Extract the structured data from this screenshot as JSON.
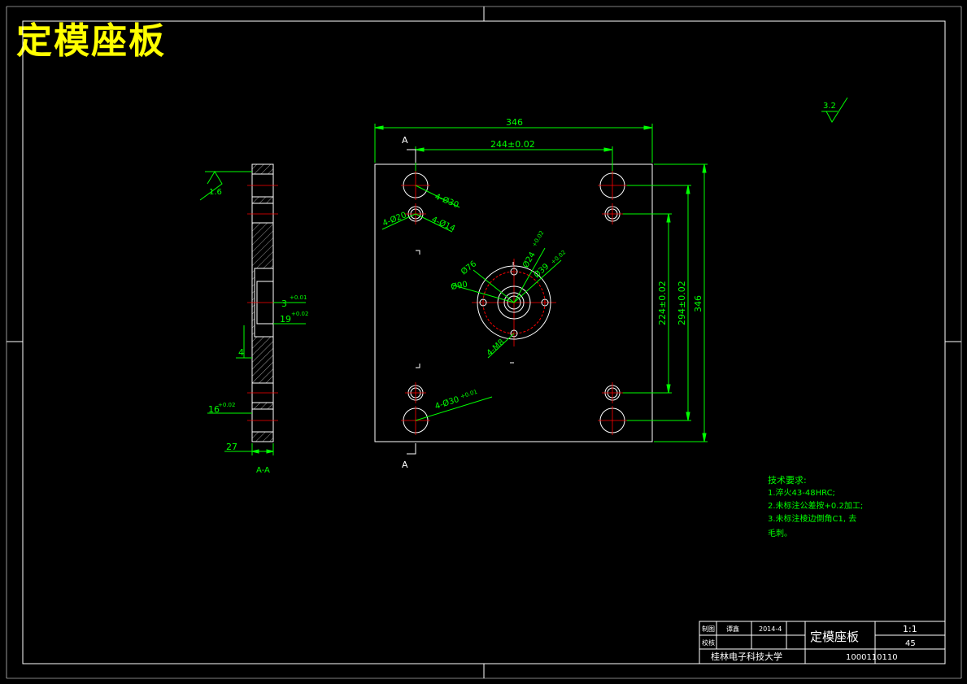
{
  "drawing": {
    "title": "定模座板",
    "main_view": {
      "overall_width": "346",
      "overall_height": "346",
      "hole_spacing_x": "244±0.02",
      "hole_spacing_y_inner": "224±0.02",
      "hole_spacing_y_outer": "294±0.02",
      "section_marker": "A",
      "labels": {
        "guide_hole": "4-Ø30",
        "small_hole_a": "4-Ø20",
        "small_hole_b": "4-Ø14",
        "bottom_hole": "4-Ø30",
        "bottom_hole_tol": "+0.01",
        "center_76": "Ø76",
        "center_90": "Ø90",
        "center_24": "Ø24",
        "center_24_tol": "+0.02",
        "center_39": "Ø39",
        "center_39_tol": "+0.02",
        "screw_holes": "4-M8"
      }
    },
    "section_view": {
      "label": "A-A",
      "surface_finish": "1.6",
      "dim_3": "3",
      "dim_3_tol": "+0.01",
      "dim_19": "19",
      "dim_19_tol": "+0.02",
      "dim_4": "4",
      "dim_16": "16",
      "dim_16_tol": "+0.02",
      "dim_27": "27"
    },
    "general_finish": "3.2",
    "technical_requirements": {
      "heading": "技术要求:",
      "items": [
        "1.淬火43-48HRC;",
        "2.未标注公差按+0.2加工;",
        "3.未标注棱边倒角C1, 去",
        "毛刺。"
      ]
    },
    "title_block": {
      "drawn_label": "制图",
      "drawn_name": "谭鑫",
      "date": "2014-4",
      "check_label": "校核",
      "part_name": "定模座板",
      "scale": "1:1",
      "material": "45",
      "school": "桂林电子科技大学",
      "drawing_number": "1000110110"
    },
    "colors": {
      "dimension": "#00ff00",
      "outline": "#ffffff",
      "centerline": "#ff0000",
      "title": "#ffff00"
    }
  }
}
